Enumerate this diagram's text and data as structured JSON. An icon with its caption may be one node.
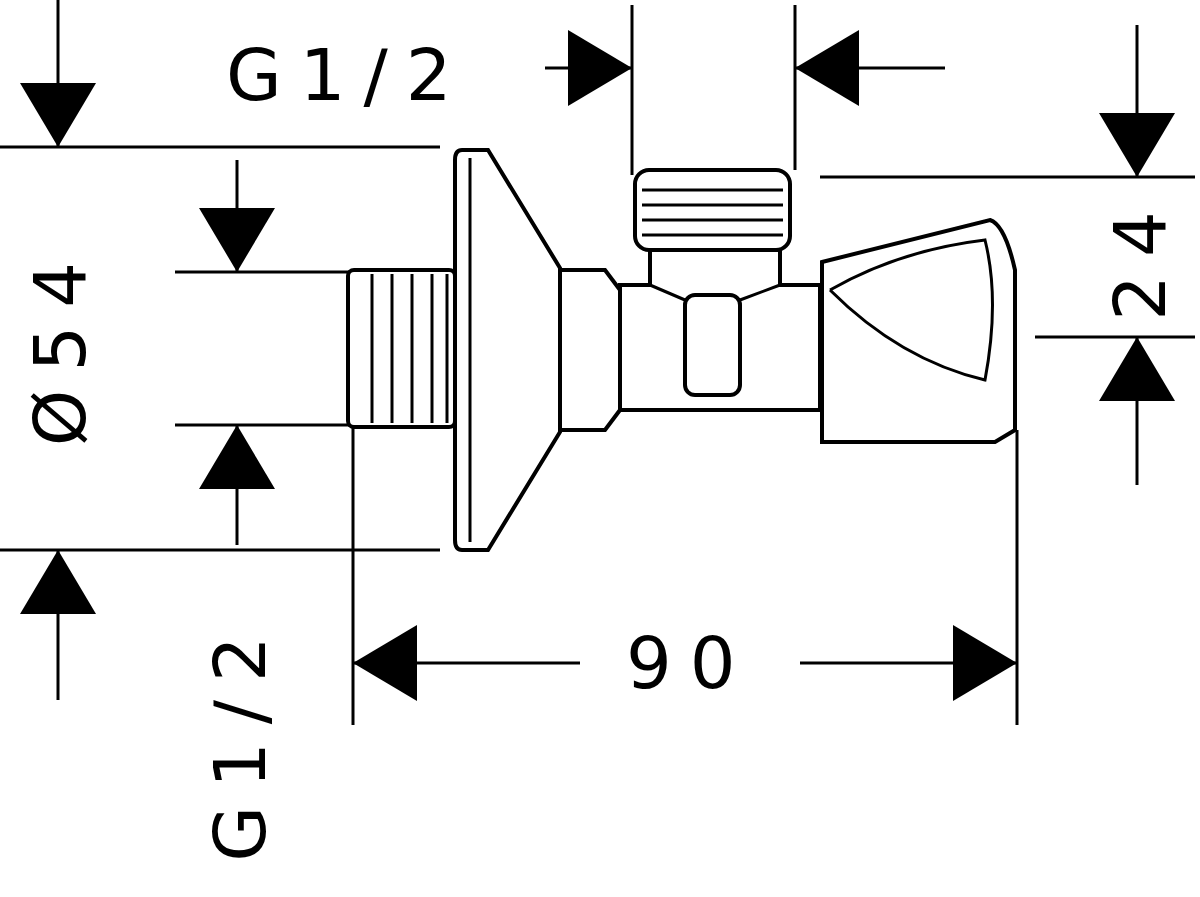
{
  "diagram": {
    "labels": [
      "G1/2",
      "Ø54",
      "24",
      "90",
      "G1/2"
    ]
  }
}
